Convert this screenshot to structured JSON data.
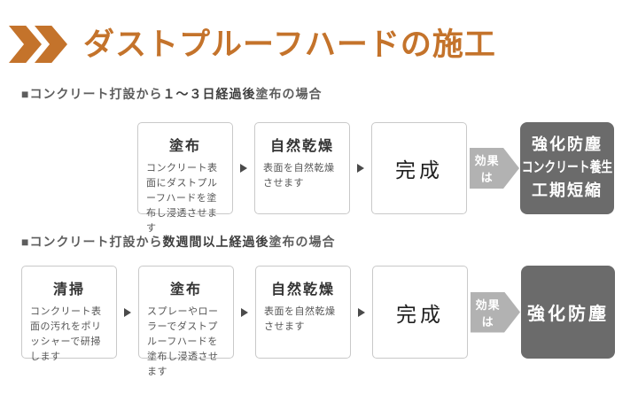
{
  "header": {
    "title": "ダストプルーフハードの施工"
  },
  "colors": {
    "accent_orange": "#c4732b",
    "effect_box_gray": "#6b6b6b",
    "effect_arrow_gray": "#b2b2b2",
    "heading_gray": "#5d5d5d",
    "box_border_gray": "#c9c9c9"
  },
  "icons": {
    "header_chevron": "double-chevron-right",
    "step_connector": "triangle-right",
    "effect_connector": "pentagon-arrow-right"
  },
  "sections": [
    {
      "heading": {
        "prefix": "■コンクリート打設から",
        "emphasis": "１～３日経過後",
        "suffix": "塗布の場合"
      },
      "steps": [
        {
          "title": "塗布",
          "desc": "コンクリート表面にダストプルーフハードを塗布し浸透させます"
        },
        {
          "title": "自然乾燥",
          "desc": "表面を自然乾燥させます"
        },
        {
          "title": "完成",
          "desc": ""
        }
      ],
      "effect_label": "効果は",
      "effects": [
        "強化防塵",
        "コンクリート養生",
        "工期短縮"
      ]
    },
    {
      "heading": {
        "prefix": "■コンクリート打設から",
        "emphasis": "数週間以上経過後",
        "suffix": "塗布の場合"
      },
      "steps": [
        {
          "title": "清掃",
          "desc": "コンクリート表面の汚れをポリッシャーで研掃します"
        },
        {
          "title": "塗布",
          "desc": "スプレーやローラーでダストプルーフハードを塗布し浸透させます"
        },
        {
          "title": "自然乾燥",
          "desc": "表面を自然乾燥させます"
        },
        {
          "title": "完成",
          "desc": ""
        }
      ],
      "effect_label": "効果は",
      "effects": [
        "強化防塵"
      ]
    }
  ]
}
